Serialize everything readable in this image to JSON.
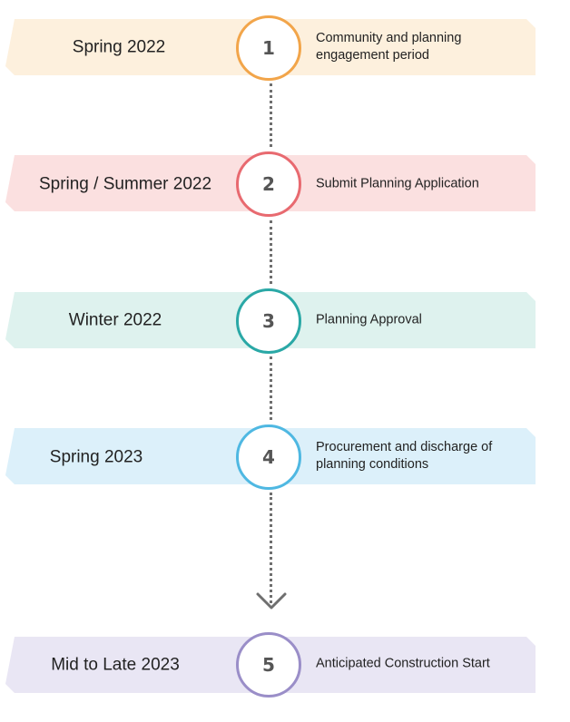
{
  "timeline": {
    "steps": [
      {
        "number": "1",
        "phase": "Spring 2022",
        "description": "Community and planning engagement period",
        "band_color": "#fdf0dd",
        "ring_color": "#f2a54a"
      },
      {
        "number": "2",
        "phase": "Spring / Summer 2022",
        "description": "Submit Planning Application",
        "band_color": "#fbe0e0",
        "ring_color": "#e86a70"
      },
      {
        "number": "3",
        "phase": "Winter 2022",
        "description": "Planning Approval",
        "band_color": "#def2ee",
        "ring_color": "#2aa8a6"
      },
      {
        "number": "4",
        "phase": "Spring 2023",
        "description": "Procurement and discharge of planning conditions",
        "band_color": "#dcf0fa",
        "ring_color": "#4fb8e2"
      },
      {
        "number": "5",
        "phase": "Mid to Late 2023",
        "description": "Anticipated Construction Start",
        "band_color": "#e9e6f4",
        "ring_color": "#9a8ec8"
      }
    ],
    "connector_color": "#6f6f6f",
    "arrow_icon": "chevron-down-icon"
  }
}
